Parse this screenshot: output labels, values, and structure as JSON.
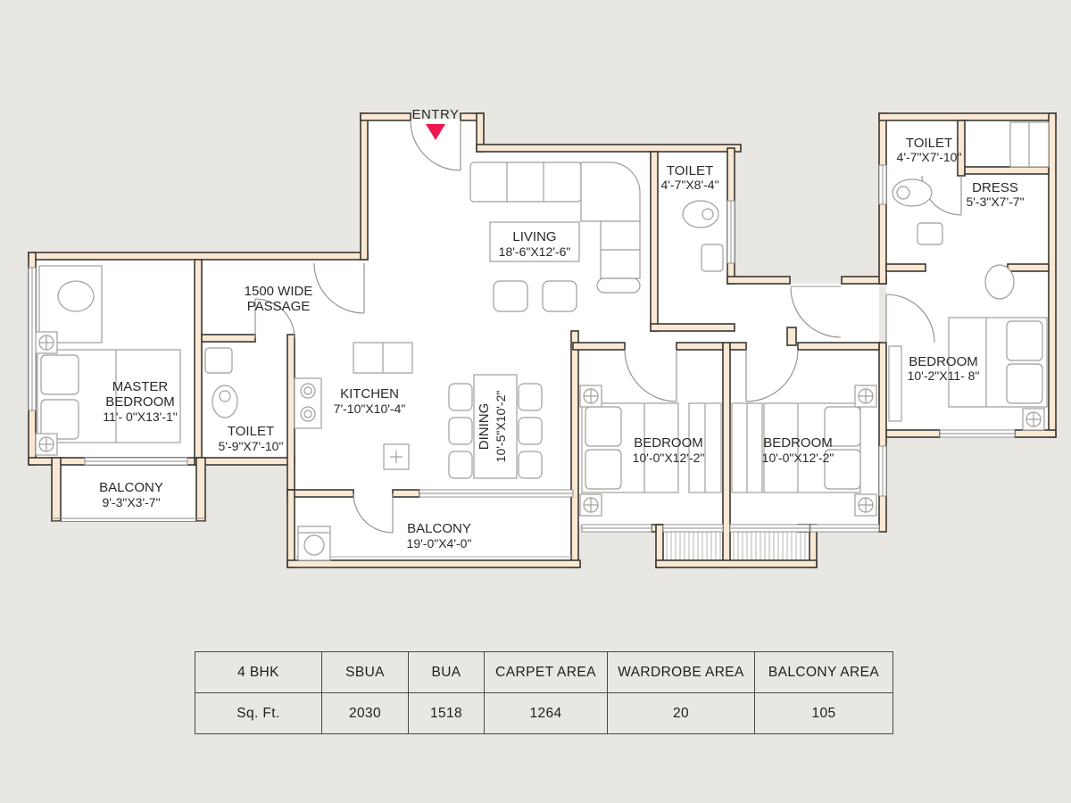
{
  "entry": {
    "label": "ENTRY"
  },
  "colors": {
    "wall_fill": "#fae8d3",
    "wall_stroke": "#3a3836",
    "entry_arrow": "#ed1650",
    "background": "#e9e7e1",
    "furniture_line": "#a09e9a"
  },
  "rooms": {
    "living": {
      "name": "LIVING",
      "dims": "18'-6\"X12'-6\""
    },
    "toilet_living": {
      "name": "TOILET",
      "dims": "4'-7\"X8'-4\""
    },
    "toilet_top_right": {
      "name": "TOILET",
      "dims": "4'-7\"X7'-10\""
    },
    "dress": {
      "name": "DRESS",
      "dims": "5'-3\"X7'-7\""
    },
    "bedroom_right": {
      "name": "BEDROOM",
      "dims": "10'-2\"X11- 8\""
    },
    "master_bedroom": {
      "line1": "MASTER",
      "line2": "BEDROOM",
      "dims": "11'- 0\"X13'-1\""
    },
    "passage": {
      "line1": "1500 WIDE",
      "line2": "PASSAGE"
    },
    "toilet_master": {
      "name": "TOILET",
      "dims": "5'-9\"X7'-10\""
    },
    "kitchen": {
      "name": "KITCHEN",
      "dims": "7'-10\"X10'-4\""
    },
    "dining": {
      "name": "DINING",
      "dims": "10'-5\"X10'-2\""
    },
    "balcony_left": {
      "name": "BALCONY",
      "dims": "9'-3\"X3'-7\""
    },
    "balcony_bottom": {
      "name": "BALCONY",
      "dims": "19'-0\"X4'-0\""
    },
    "bedroom_mid_left": {
      "name": "BEDROOM",
      "dims": "10'-0\"X12'-2\""
    },
    "bedroom_mid_right": {
      "name": "BEDROOM",
      "dims": "10'-0\"X12'-2\""
    }
  },
  "area_table": {
    "headers": [
      "4 BHK",
      "SBUA",
      "BUA",
      "CARPET AREA",
      "WARDROBE AREA",
      "BALCONY AREA"
    ],
    "row": [
      "Sq. Ft.",
      "2030",
      "1518",
      "1264",
      "20",
      "105"
    ]
  }
}
